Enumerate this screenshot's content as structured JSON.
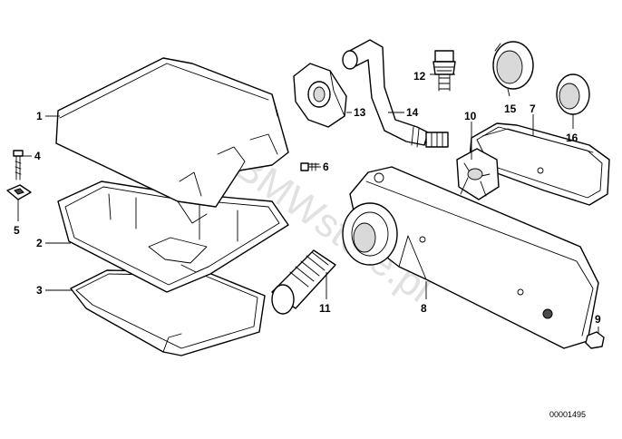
{
  "watermark": "www.BMWstore.pl",
  "reference_number": "00001495",
  "callouts": [
    "1",
    "2",
    "3",
    "4",
    "5",
    "6",
    "7",
    "8",
    "9",
    "10",
    "11",
    "12",
    "13",
    "14",
    "15",
    "16"
  ]
}
